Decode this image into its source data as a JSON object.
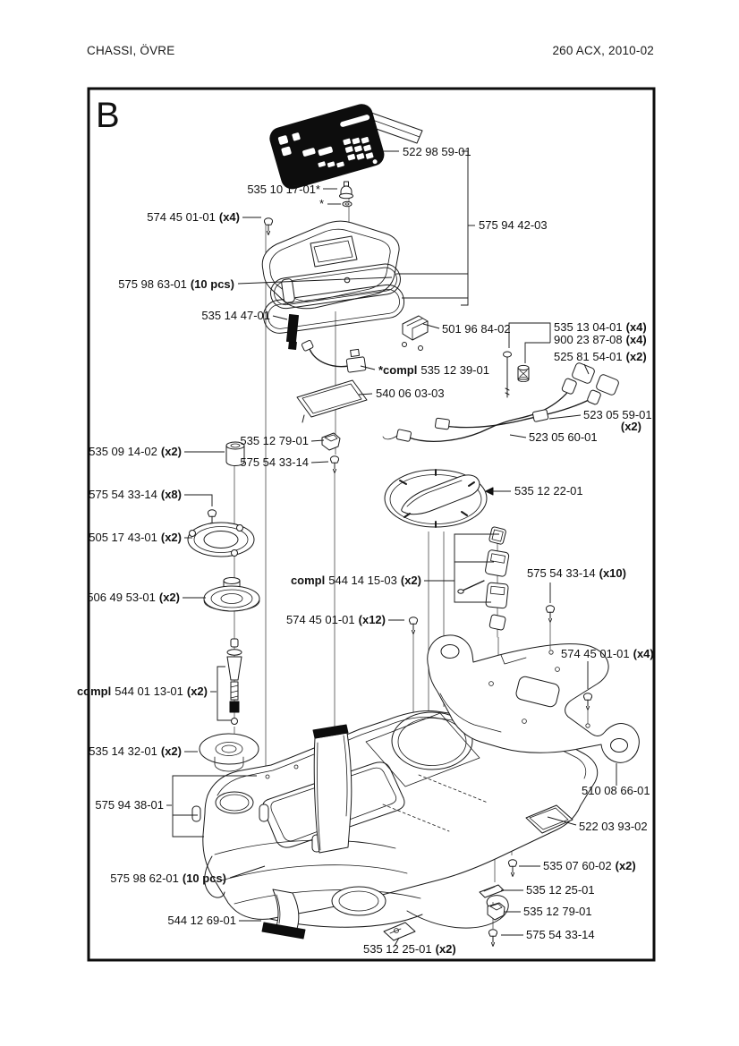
{
  "page": {
    "header_left": "CHASSI, ÖVRE",
    "header_right": "260 ACX, 2010-02"
  },
  "diagram": {
    "section_letter": "B",
    "colors": {
      "line": "#1a1a1a",
      "background": "#ffffff",
      "part_black": "#0d0d0d"
    },
    "labels": {
      "keypad": {
        "num": "522 98 59-01"
      },
      "knob": {
        "num": "535 10 17-01*"
      },
      "washer_mark": {
        "num": "*"
      },
      "screw_top": {
        "num": "574 45 01-01",
        "qty": "(x4)"
      },
      "display_assy": {
        "num": "575 94 42-03"
      },
      "gasket_top": {
        "num": "575 98 63-01",
        "qty": "(10 pcs)"
      },
      "strip": {
        "num": "535 14 47-01"
      },
      "bracket": {
        "num": "501 96 84-02"
      },
      "screw_long": {
        "num": "535 13 04-01",
        "qty": "(x4)"
      },
      "nut_long": {
        "num": "900 23 87-08",
        "qty": "(x4)"
      },
      "sleeve": {
        "num": "525 81 54-01",
        "qty": "(x2)"
      },
      "cable_compl": {
        "prefix": "*compl",
        "num": "535 12 39-01"
      },
      "seal_plate": {
        "num": "540 06 03-03"
      },
      "cable_a": {
        "num": "523 05 59-01",
        "qty": "(x2)"
      },
      "cable_b": {
        "num": "523 05 60-01"
      },
      "post": {
        "num": "535 09 14-02",
        "qty": "(x2)"
      },
      "clip_upper": {
        "num": "535 12 79-01"
      },
      "screw_clip_upper": {
        "num": "575 54 33-14"
      },
      "screw_x8": {
        "num": "575 54 33-14",
        "qty": "(x8)"
      },
      "ring": {
        "num": "505 17 43-01",
        "qty": "(x2)"
      },
      "cap": {
        "num": "535 12 22-01"
      },
      "bushing": {
        "num": "506 49 53-01",
        "qty": "(x2)"
      },
      "spindle": {
        "prefix": "compl",
        "num": "544 01 13-01",
        "qty": "(x2)"
      },
      "damper": {
        "prefix": "compl",
        "num": "544 14 15-03",
        "qty": "(x2)"
      },
      "screw_x10": {
        "num": "575 54 33-14",
        "qty": "(x10)"
      },
      "screw_x12": {
        "num": "574 45 01-01",
        "qty": "(x12)"
      },
      "screw_plate": {
        "num": "574 45 01-01",
        "qty": "(x4)"
      },
      "grommet": {
        "num": "535 14 32-01",
        "qty": "(x2)"
      },
      "body_assy": {
        "num": "575 94 38-01"
      },
      "chassis_plate": {
        "num": "510 08 66-01"
      },
      "gasket_square": {
        "num": "522 03 93-02"
      },
      "screw_bottom_x2": {
        "num": "535 07 60-02",
        "qty": "(x2)"
      },
      "gasket_bottom": {
        "num": "575 98 62-01",
        "qty": "(10 pcs)"
      },
      "plate_small": {
        "num": "535 12 25-01"
      },
      "clip_lower": {
        "num": "535 12 79-01"
      },
      "screw_lower": {
        "num": "575 54 33-14"
      },
      "strap": {
        "num": "544 12 69-01"
      },
      "plate_small_x2": {
        "num": "535 12 25-01",
        "qty": "(x2)"
      }
    }
  }
}
